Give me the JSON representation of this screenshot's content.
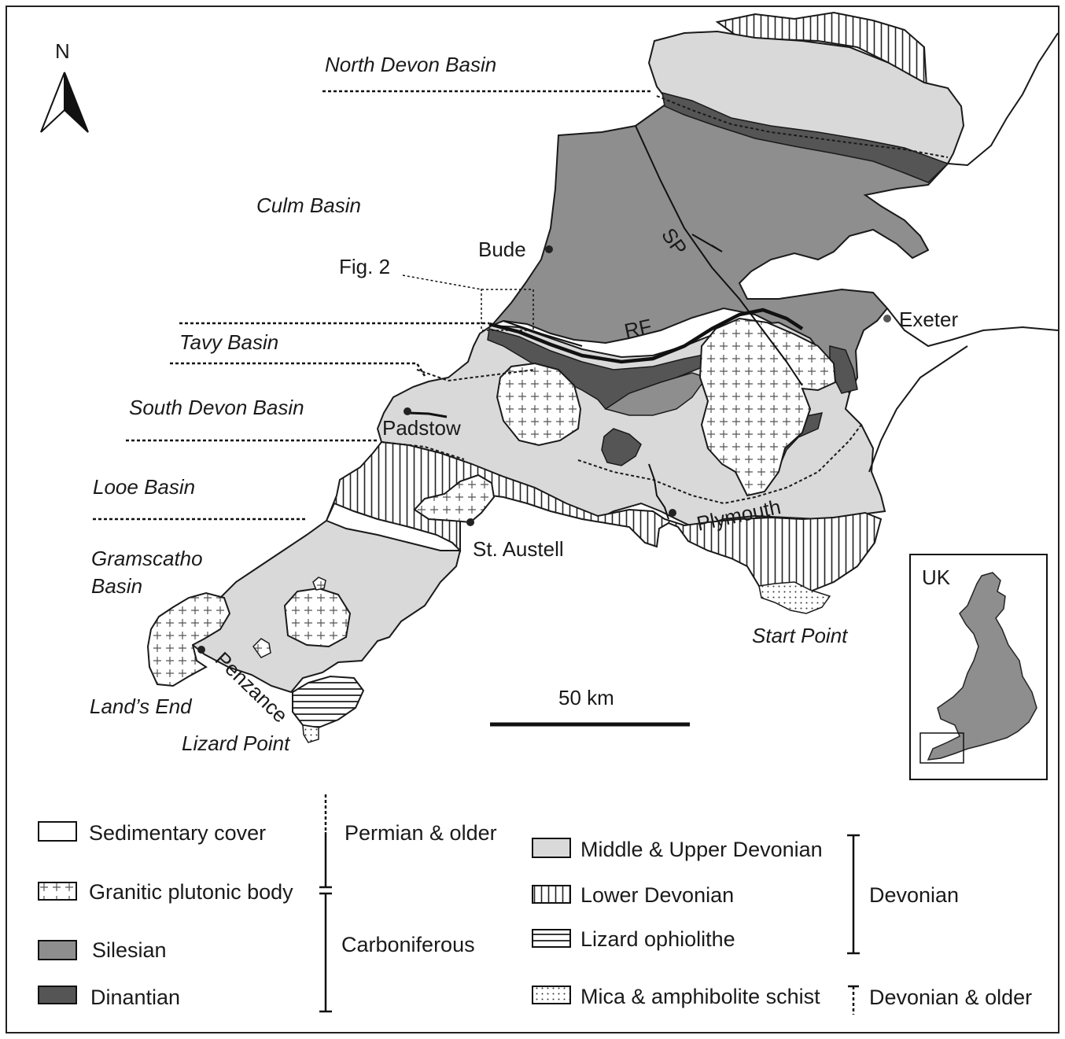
{
  "north_arrow": {
    "label": "N"
  },
  "basins": {
    "north_devon": "North Devon Basin",
    "culm": "Culm Basin",
    "tavy": "Tavy Basin",
    "south_devon": "South Devon Basin",
    "looe": "Looe Basin",
    "gramscatho_line1": "Gramscatho",
    "gramscatho_line2": "Basin"
  },
  "places": {
    "bude": "Bude",
    "exeter": "Exeter",
    "padstow": "Padstow",
    "plymouth": "Plymouth",
    "st_austell": "St. Austell",
    "penzance": "Penzance",
    "lands_end": "Land’s End",
    "lizard_point": "Lizard Point",
    "start_point": "Start Point"
  },
  "structures": {
    "fig2": "Fig. 2",
    "rf": "RF",
    "sp": "SP"
  },
  "scale_bar": {
    "label": "50 km"
  },
  "inset": {
    "label": "UK"
  },
  "legend": {
    "left_items": [
      {
        "label": "Sedimentary cover",
        "pattern": "white"
      },
      {
        "label": "Granitic plutonic body",
        "pattern": "crosses"
      },
      {
        "label": "Silesian",
        "pattern": "mid-grey"
      },
      {
        "label": "Dinantian",
        "pattern": "dark-grey"
      }
    ],
    "left_ages": {
      "upper": "Permian & older",
      "lower": "Carboniferous"
    },
    "right_items": [
      {
        "label": "Middle & Upper Devonian",
        "pattern": "light-grey"
      },
      {
        "label": "Lower Devonian",
        "pattern": "vertical-lines"
      },
      {
        "label": "Lizard ophiolithe",
        "pattern": "horizontal-lines"
      },
      {
        "label": "Mica & amphibolite schist",
        "pattern": "dots"
      }
    ],
    "right_ages": {
      "upper": "Devonian",
      "lower": "Devonian & older"
    }
  },
  "colors": {
    "middle_upper_devonian": "#d9d9d9",
    "silesian": "#8e8e8e",
    "dinantian": "#555555",
    "outline": "#1a1a1a"
  }
}
